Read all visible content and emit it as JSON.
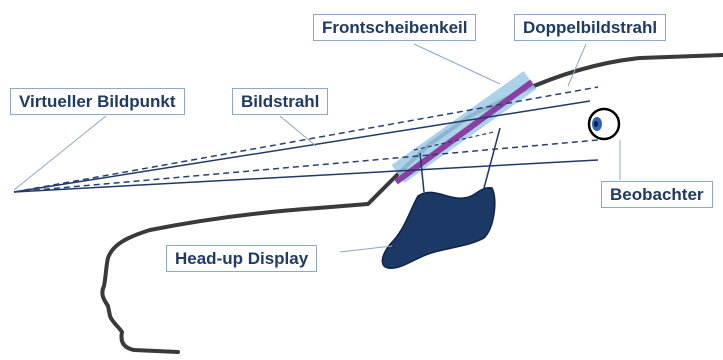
{
  "labels": {
    "virtual_point": "Virtueller Bildpunkt",
    "image_ray": "Bildstrahl",
    "windshield_wedge": "Frontscheibenkeil",
    "double_image_ray": "Doppelbildstrahl",
    "observer": "Beobachter",
    "hud": "Head-up Display"
  },
  "colors": {
    "ray": "#1f3a63",
    "dashed_ray": "#2a4070",
    "windshield_fill": "#9ecae8",
    "wedge": "#8a3fa3",
    "hud_fill": "#1c3966",
    "car_outline": "#3a3a3a",
    "label_border": "#8fa8c8",
    "label_text": "#1f3a63"
  },
  "icons": {
    "eye": "eye-icon"
  }
}
